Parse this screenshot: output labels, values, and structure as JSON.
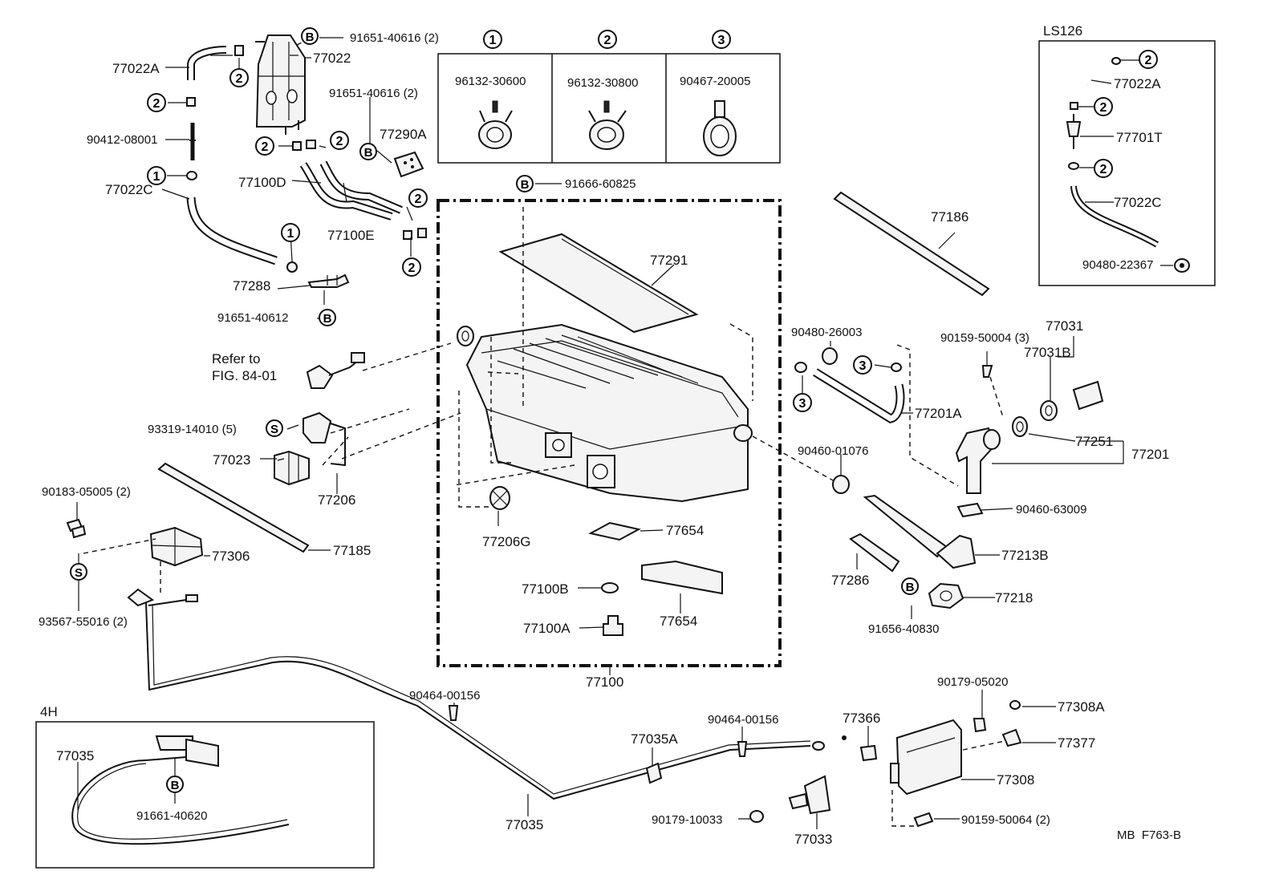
{
  "legend": {
    "box1": {
      "marker": "1",
      "part": "96132-30600"
    },
    "box2": {
      "marker": "2",
      "part": "96132-30800"
    },
    "box3": {
      "marker": "3",
      "part": "90467-20005"
    }
  },
  "inset_ls126": {
    "title": "LS126",
    "parts": {
      "a": "77022A",
      "b": "77701T",
      "c": "77022C",
      "d": "90480-22367"
    }
  },
  "inset_4h": {
    "title": "4H",
    "parts": {
      "a": "77035",
      "b": "91661-40620"
    }
  },
  "markers": {
    "b": "B",
    "s": "S",
    "m1": "1",
    "m2": "2",
    "m3": "3"
  },
  "labels": {
    "p77022A": "77022A",
    "p91651_40616_top": "91651-40616 (2)",
    "p77022": "77022",
    "p91651_40616_mid": "91651-40616 (2)",
    "p77290A": "77290A",
    "p90412": "90412-08001",
    "p77100D": "77100D",
    "p77100E": "77100E",
    "p77022C": "77022C",
    "p77288": "77288",
    "p91651_40612": "91651-40612",
    "p91666": "91666-60825",
    "p77291": "77291",
    "p77186": "77186",
    "refer1": "Refer to",
    "refer2": "FIG. 84-01",
    "p93319": "93319-14010 (5)",
    "p77023": "77023",
    "p77206": "77206",
    "p90183": "90183-05005 (2)",
    "p77306": "77306",
    "p77185": "77185",
    "p93567": "93567-55016 (2)",
    "p77206G": "77206G",
    "p77654a": "77654",
    "p77654b": "77654",
    "p77100B": "77100B",
    "p77100A": "77100A",
    "p77100": "77100",
    "p90480_26003": "90480-26003",
    "p90159_50004": "90159-50004 (3)",
    "p77031": "77031",
    "p77031B": "77031B",
    "p77201A": "77201A",
    "p90460_01076": "90460-01076",
    "p77251": "77251",
    "p77201": "77201",
    "p90460_63009": "90460-63009",
    "p77213B": "77213B",
    "p77286": "77286",
    "p77218": "77218",
    "p91656": "91656-40830",
    "p90464_a": "90464-00156",
    "p90464_b": "90464-00156",
    "p77035A": "77035A",
    "p77366": "77366",
    "p90179_05020": "90179-05020",
    "p77308A": "77308A",
    "p77377": "77377",
    "p77308": "77308",
    "p77035": "77035",
    "p90179_10033": "90179-10033",
    "p77033": "77033",
    "p90159_50064": "90159-50064 (2)",
    "code": "MB  F763-B"
  }
}
